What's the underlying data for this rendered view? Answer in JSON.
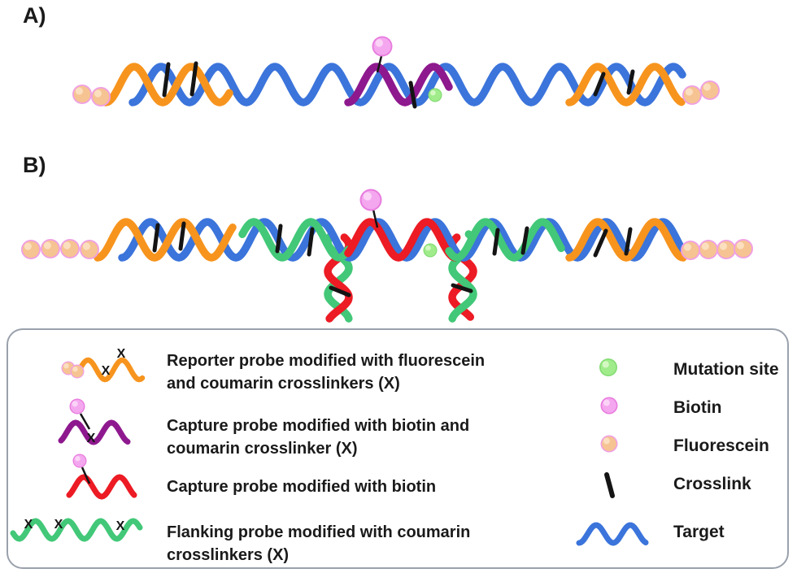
{
  "panels": {
    "a_label": "A)",
    "b_label": "B)"
  },
  "legend": {
    "items": [
      {
        "label": "Reporter probe modified with fluorescein\nand coumarin crosslinkers (X)"
      },
      {
        "label": "Capture probe modified with biotin and\ncoumarin crosslinker (X)"
      },
      {
        "label": "Capture probe modified with biotin"
      },
      {
        "label": "Flanking probe modified with coumarin\ncrosslinkers (X)"
      }
    ],
    "symbols": [
      {
        "label": "Mutation site"
      },
      {
        "label": "Biotin"
      },
      {
        "label": "Fluorescein"
      },
      {
        "label": "Crosslink"
      },
      {
        "label": "Target"
      }
    ],
    "x_mark": "X"
  },
  "colors": {
    "target": "#3B74DB",
    "reporter": "#F7941E",
    "capture_coumarin": "#8E188E",
    "capture_biotin": "#EC1B24",
    "flanking": "#42C878",
    "crosslink": "#141414",
    "biotin_rim": "#E87CDE",
    "biotin_fill": "#F4A7EF",
    "biotin_highlight": "#FBD3F7",
    "fluorescein_rim": "#F09FE4",
    "fluorescein_fill": "#F6C392",
    "fluorescein_highlight": "#FBDFBF",
    "mutation_rim": "#85DC74",
    "mutation_fill": "#A0EC8B",
    "mutation_highlight": "#D4F8C2"
  }
}
